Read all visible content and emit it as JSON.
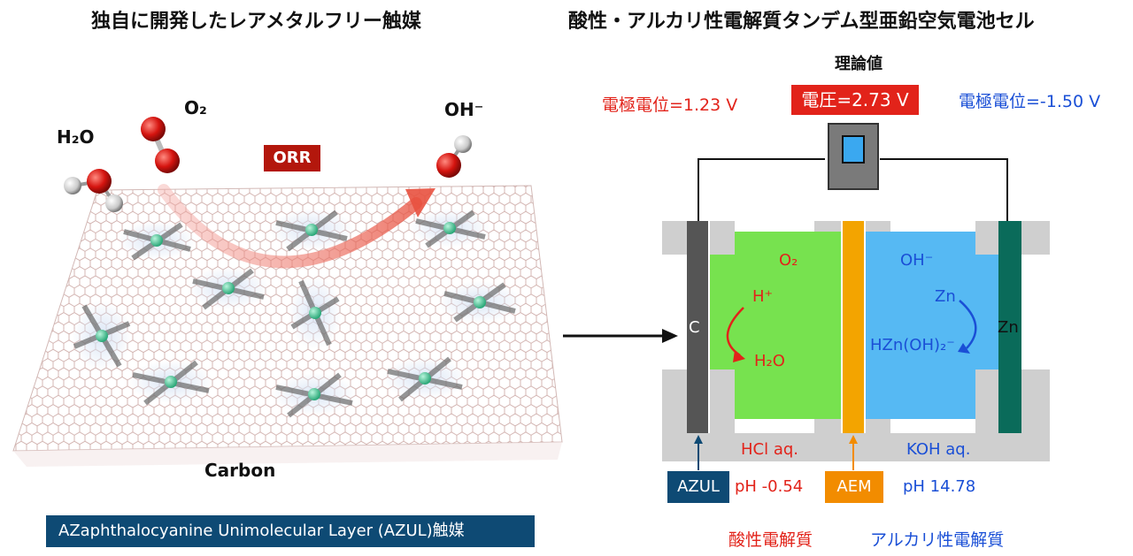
{
  "left_panel": {
    "title": "独自に開発したレアメタルフリー触媒",
    "water_label": "H₂O",
    "oxygen_label": "O₂",
    "hydroxide_label": "OH⁻",
    "orr_label": "ORR",
    "carbon_label": "Carbon",
    "caption": "AZaphthalocyanine Unimolecular Layer (AZUL)触媒"
  },
  "right_panel": {
    "title": "酸性・アルカリ性電解質タンデム型亜鉛空気電池セル",
    "theory_label": "理論値",
    "left_potential": "電極電位=1.23 V",
    "voltage": "電圧=2.73 V",
    "right_potential": "電極電位=-1.50 V",
    "o2_label": "O₂",
    "oh_label": "OH⁻",
    "h_plus_label": "H⁺",
    "h2o_label": "H₂O",
    "zn_label": "Zn",
    "hzn_label": "HZn(OH)₂⁻",
    "c_electrode_label": "C",
    "zn_electrode_label": "Zn",
    "hcl_label": "HCl aq.",
    "koh_label": "KOH aq.",
    "azul_box": "AZUL",
    "ph_acid": "pH -0.54",
    "aem_box": "AEM",
    "ph_alkaline": "pH 14.78",
    "acid_electrolyte": "酸性電解質",
    "alkaline_electrolyte": "アルカリ性電解質"
  },
  "colors": {
    "red": "#e2231a",
    "blue": "#1a4fd6",
    "acid_green": "#77e24f",
    "alkaline_blue": "#56b9f3",
    "azul_box": "#0e4a74",
    "aem_box": "#f28c00",
    "orr_box": "#b3170c",
    "zn_electrode": "#0a6b5a"
  }
}
